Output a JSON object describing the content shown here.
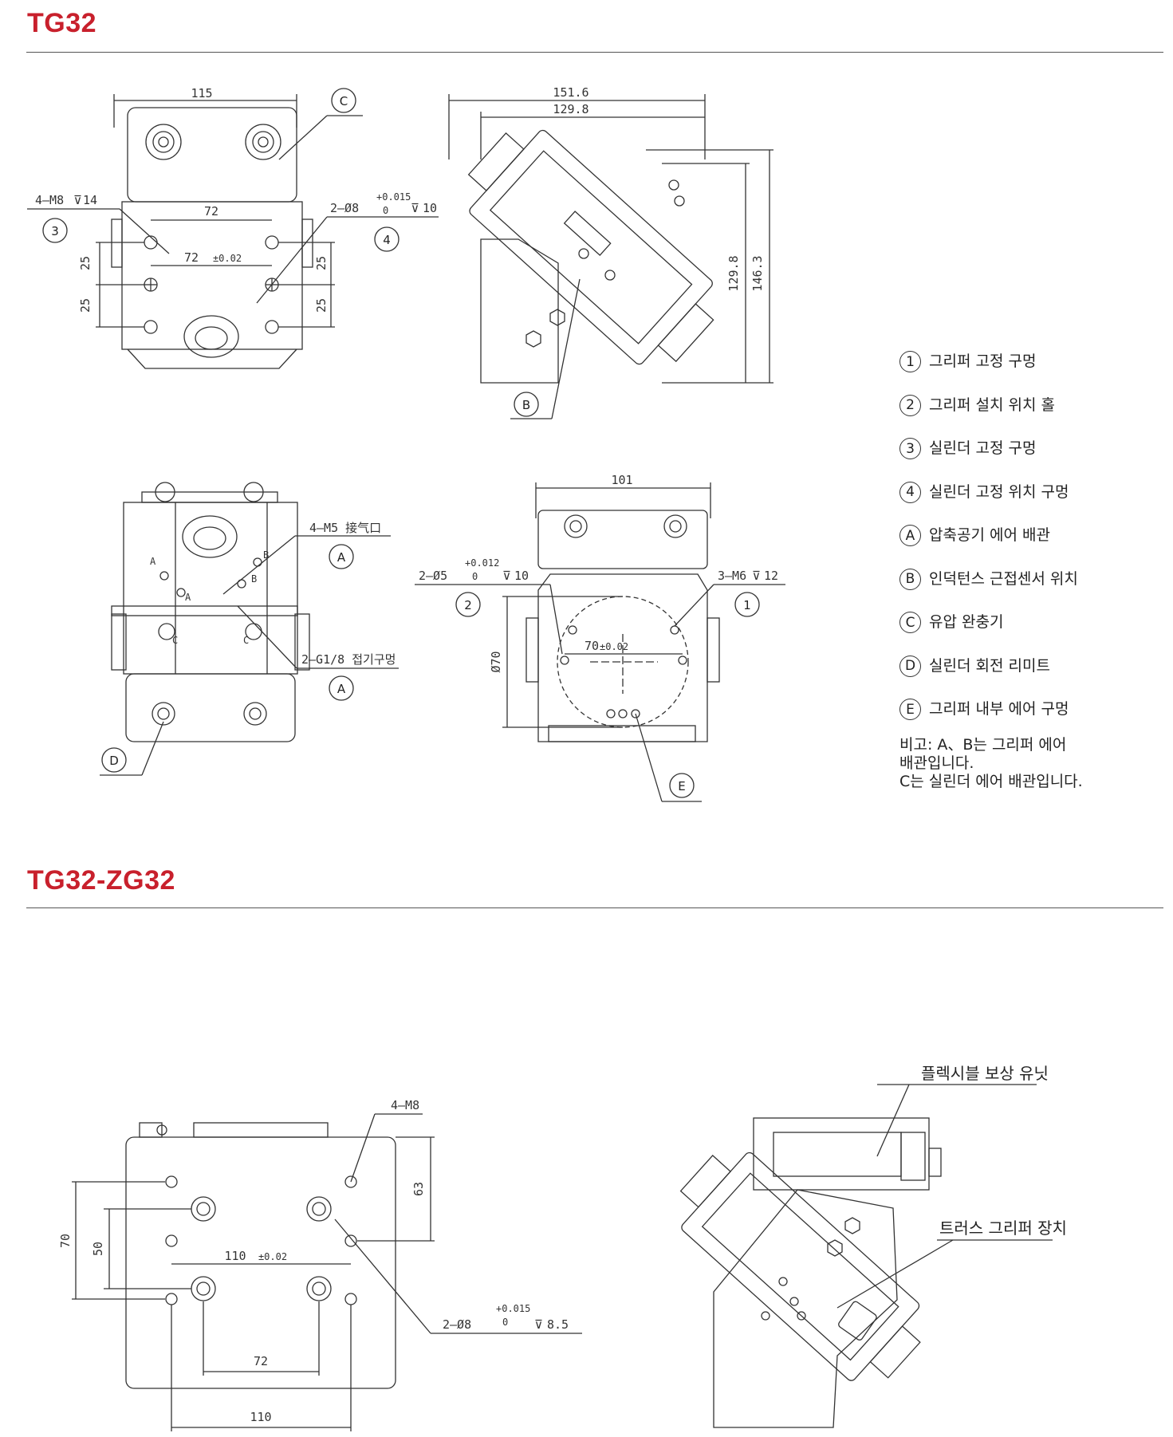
{
  "section1": {
    "title": "TG32"
  },
  "section2": {
    "title": "TG32-ZG32"
  },
  "view_top_left": {
    "width": "115",
    "spacing_72": "72",
    "spacing_72_tol": "72",
    "tol_002": "±0.02",
    "pitch_25a": "25",
    "pitch_25b": "25",
    "pitch_25c": "25",
    "pitch_25d": "25",
    "callout_left": "4–M8",
    "callout_left_depth": "14",
    "callout_right": "2–Ø8",
    "callout_right_tol_up": "+0.015",
    "callout_right_tol_low": "0",
    "callout_right_depth": "10",
    "bubble_3": "3",
    "bubble_4": "4",
    "bubble_c": "C"
  },
  "view_top_right": {
    "width_outer": "151.6",
    "width_inner": "129.8",
    "height_inner": "129.8",
    "height_outer": "146.3",
    "bubble_b": "B"
  },
  "view_bottom_left": {
    "port_callout": "4–M5 接气口",
    "fitting_callout": "2–G1/8 접기구멍",
    "bubble_a1": "A",
    "bubble_a2": "A",
    "bubble_d": "D",
    "mark_a1": "A",
    "mark_a2": "A",
    "mark_b1": "B",
    "mark_b2": "B",
    "mark_c1": "C",
    "mark_c2": "C"
  },
  "view_bottom_right": {
    "width": "101",
    "left_callout": "2–Ø5",
    "left_tol_up": "+0.012",
    "left_tol_low": "0",
    "left_depth": "10",
    "right_callout": "3–M6",
    "right_depth": "12",
    "dia": "Ø70",
    "inner_70": "70",
    "inner_tol": "±0.02",
    "bubble_2": "2",
    "bubble_1": "1",
    "bubble_e": "E"
  },
  "legend": {
    "items": [
      {
        "key": "1",
        "text": "그리퍼 고정 구멍"
      },
      {
        "key": "2",
        "text": "그리퍼 설치 위치 홀"
      },
      {
        "key": "3",
        "text": "실린더 고정 구멍"
      },
      {
        "key": "4",
        "text": "실린더 고정 위치 구멍"
      },
      {
        "key": "A",
        "text": "압축공기 에어 배관"
      },
      {
        "key": "B",
        "text": "인덕턴스 근접센서 위치"
      },
      {
        "key": "C",
        "text": "유압 완충기"
      },
      {
        "key": "D",
        "text": "실린더 회전 리미트"
      },
      {
        "key": "E",
        "text": "그리퍼 내부 에어 구멍"
      }
    ],
    "note": "비고: A、B는 그리퍼 에어\n배관입니다.\nC는 실린더 에어 배관입니다."
  },
  "view_zg_left": {
    "callout_top": "4–M8",
    "dim_63": "63",
    "dim_70": "70",
    "dim_50": "50",
    "dim_110_mid": "110",
    "tol_002": "±0.02",
    "dim_72": "72",
    "dim_110": "110",
    "callout_bottom": "2–Ø8",
    "callout_bottom_tol_up": "+0.015",
    "callout_bottom_tol_low": "0",
    "callout_bottom_depth": "8.5"
  },
  "view_zg_right": {
    "label_flex": "플렉시블 보상 유닛",
    "label_truss": "트러스 그리퍼 장치"
  }
}
